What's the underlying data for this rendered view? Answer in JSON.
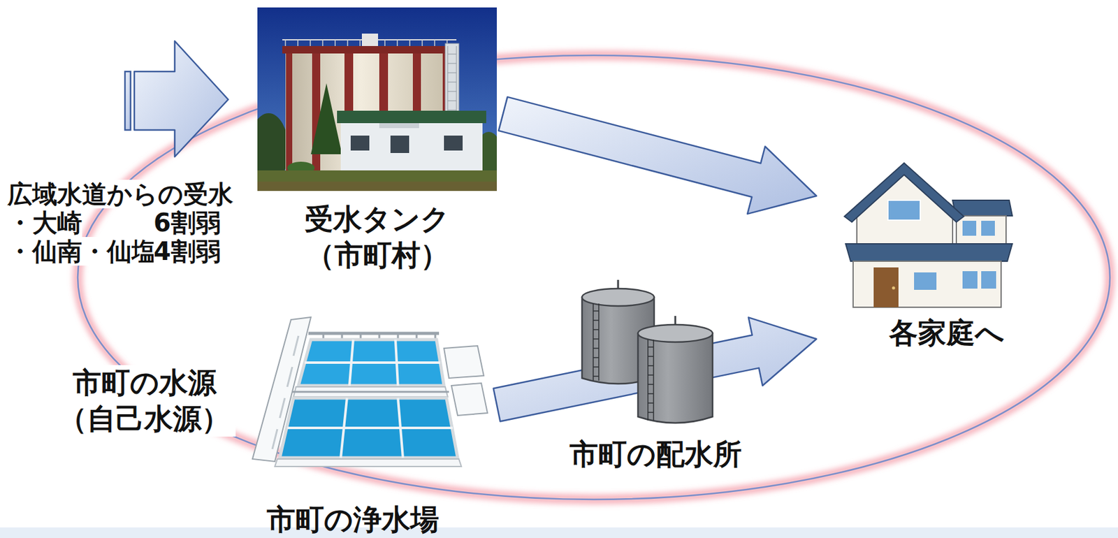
{
  "diagram": {
    "nodes": [
      {
        "text": [
          "受水タンク （市町村）"
        ]
      },
      {
        "text": [
          "各家庭へ"
        ]
      },
      {
        "text": [
          "市町の浄水場"
        ]
      },
      {
        "text": [
          "市町の配水所"
        ]
      }
    ],
    "edges": [
      {
        "from": 0,
        "to": 1,
        "arrow": "to"
      },
      {
        "from": 2,
        "to": 1,
        "arrow": "to"
      }
    ],
    "labels": [
      "広域水道からの受水",
      "・大崎",
      "6割弱",
      "・仙南・仙塩",
      "4割弱",
      "市町の水源 （自己水源）"
    ]
  }
}
